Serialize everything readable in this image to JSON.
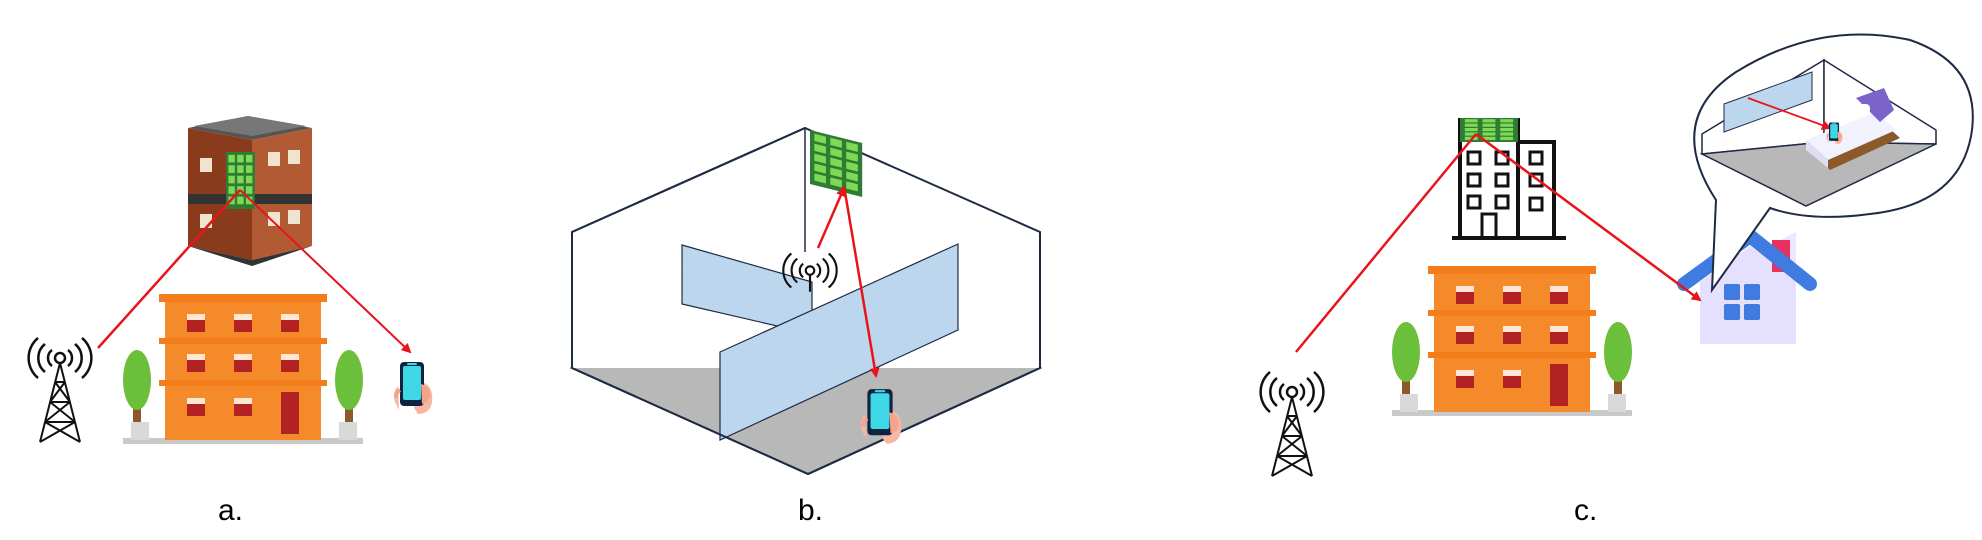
{
  "panels": [
    {
      "id": "a",
      "caption": "a."
    },
    {
      "id": "b",
      "caption": "b."
    },
    {
      "id": "c",
      "caption": "c."
    }
  ],
  "colors": {
    "signal_path": "#e8141b",
    "ris_panel": "#2e7d32",
    "ris_cell": "#7ed957",
    "building_orange": "#f58a2b",
    "building_red": "#b22222",
    "brick": "#a0522d",
    "glass_partition": "#bcd6ee",
    "floor": "#b8b8b8",
    "tree": "#6cbf3a",
    "house_roof": "#3f7be0",
    "house_wall": "#e6e0ff",
    "phone_screen": "#3fd6e6"
  },
  "icons": [
    "cell-tower-icon",
    "smartphone-in-hand-icon",
    "office-building-icon",
    "apartment-building-icon",
    "house-icon",
    "bed-icon",
    "ris-panel-icon"
  ]
}
